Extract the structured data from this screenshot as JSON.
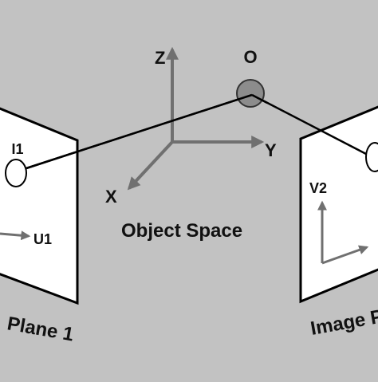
{
  "diagram": {
    "axes": {
      "z_label": "Z",
      "y_label": "Y",
      "x_label": "X",
      "caption": "Object Space"
    },
    "origin_label": "O",
    "left_plane": {
      "point_label": "I1",
      "axis_label": "U1",
      "caption": "Plane 1"
    },
    "right_plane": {
      "axis_label": "V2",
      "caption": "Image P"
    },
    "colors": {
      "background": "#c2c2c2",
      "plane_fill": "#ffffff",
      "axis_arrows": "#707070",
      "origin_point": "#8c8c8c",
      "lines": "#000000",
      "text": "#111111"
    }
  }
}
